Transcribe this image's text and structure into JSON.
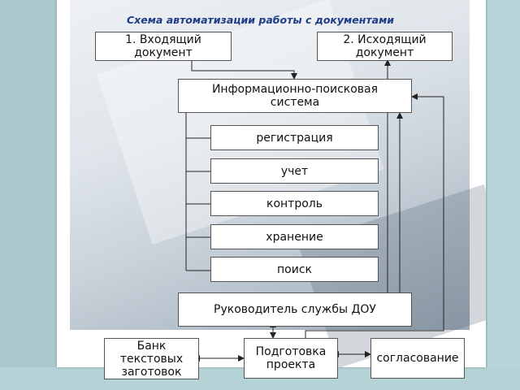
{
  "diagram": {
    "title": "Схема автоматизации работы с документами",
    "incoming": "1.  Входящий\nдокумент",
    "outgoing": "2. Исходящий\nдокумент",
    "ips": "Информационно-поисковая\nсистема",
    "functions": [
      "регистрация",
      "учет",
      "контроль",
      "хранение",
      "поиск"
    ],
    "head": "Руководитель службы ДОУ",
    "bank": "Банк\nтекстовых\n заготовок",
    "prep": "Подготовка\nпроекта",
    "approval": "согласование"
  }
}
